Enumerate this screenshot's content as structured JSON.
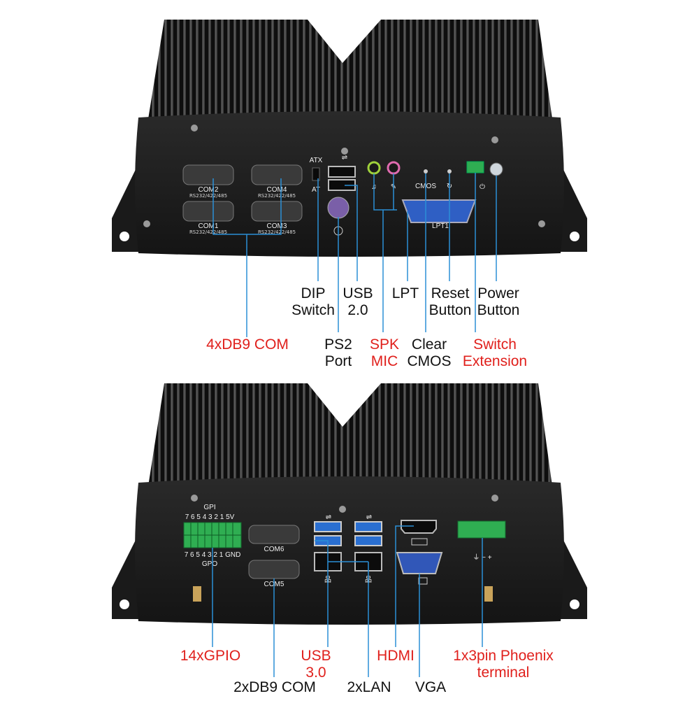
{
  "colors": {
    "callout_blue": "#2b8fd6",
    "label_red": "#e0201c",
    "label_black": "#111111",
    "chassis": "#1c1c1c",
    "usb3_blue": "#2a6fd1",
    "vga_blue": "#3157b8",
    "terminal_green": "#2fae52"
  },
  "top_unit": {
    "port_marks": {
      "com2": "COM2",
      "com4": "COM4",
      "com1": "COM1",
      "com3": "COM3",
      "rs": "RS232/422/485",
      "atx": "ATX",
      "at": "AT",
      "cmos": "CMOS",
      "lpt": "LPT1"
    },
    "labels": {
      "com": "4xDB9 COM",
      "dip_1": "DIP",
      "dip_2": "Switch",
      "usb2_1": "USB",
      "usb2_2": "2.0",
      "ps2_1": "PS2",
      "ps2_2": "Port",
      "spk": "SPK",
      "mic": "MIC",
      "lpt": "LPT",
      "clear_1": "Clear",
      "clear_2": "CMOS",
      "reset_1": "Reset",
      "reset_2": "Button",
      "power_1": "Power",
      "power_2": "Button",
      "switch_1": "Switch",
      "switch_2": "Extension"
    }
  },
  "bottom_unit": {
    "port_marks": {
      "gpi": "GPI",
      "gpi_pins": "7 6 5 4 3 2 1 5V",
      "gpo_pins": "7 6 5 4 3 2 1 GND",
      "gpo": "GPO",
      "com6": "COM6",
      "com5": "COM5",
      "power_marks": "⏚ − +"
    },
    "labels": {
      "gpio": "14xGPIO",
      "usb3_1": "USB",
      "usb3_2": "3.0",
      "com2": "2xDB9 COM",
      "lan": "2xLAN",
      "hdmi": "HDMI",
      "vga": "VGA",
      "phoenix_1": "1x3pin Phoenix",
      "phoenix_2": "terminal"
    }
  }
}
